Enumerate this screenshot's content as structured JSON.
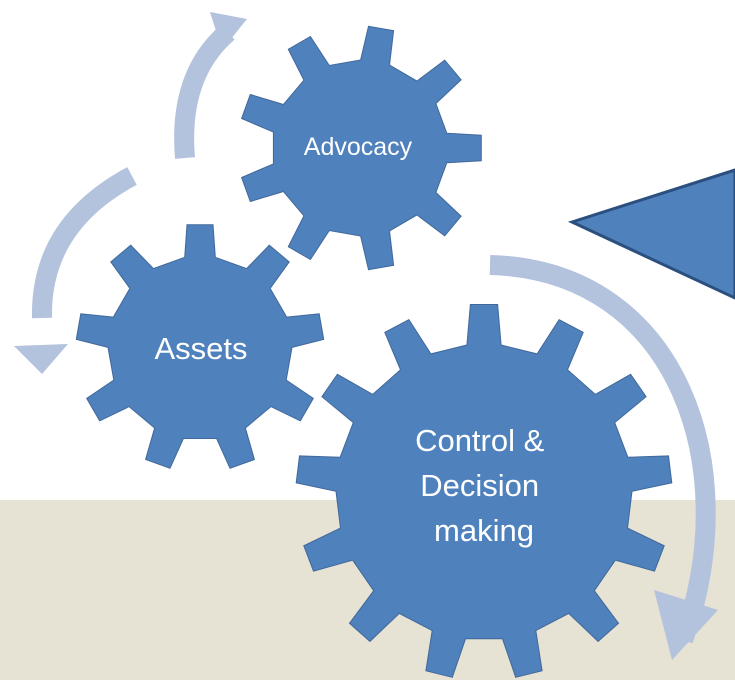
{
  "diagram": {
    "gears": [
      {
        "id": "advocacy",
        "lines": [
          "Advocacy"
        ]
      },
      {
        "id": "assets",
        "lines": [
          "Assets"
        ]
      },
      {
        "id": "control",
        "lines": [
          "Control &",
          "Decision",
          "making"
        ]
      }
    ]
  },
  "colors": {
    "gear_fill": "#4f81bd",
    "gear_stroke": "#41689a",
    "arrow": "#b3c2dd",
    "ground": "#e6e2d4",
    "callout_fill": "#4f81bd",
    "callout_stroke": "#2b4f7e",
    "label": "#ffffff"
  }
}
